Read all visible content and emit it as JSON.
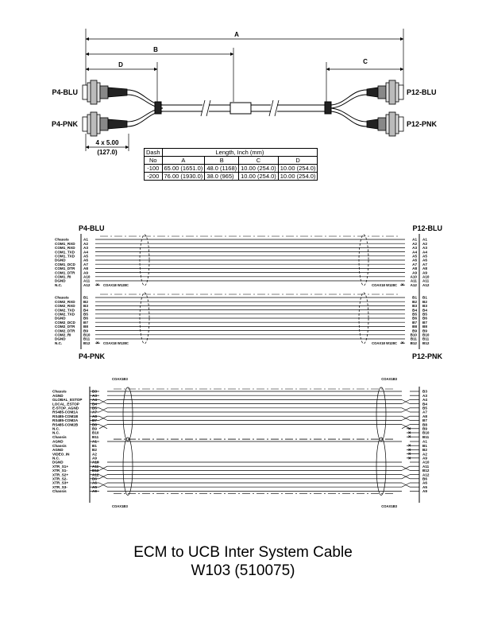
{
  "top_view": {
    "dim_a": "A",
    "dim_b": "B",
    "dim_c": "C",
    "dim_d": "D",
    "label_p4_blu": "P4-BLU",
    "label_p4_pnk": "P4-PNK",
    "label_p12_blu": "P12-BLU",
    "label_p12_pnk": "P12-PNK",
    "note_line1": "4 x 5.00",
    "note_line2": "(127.0)"
  },
  "length_table": {
    "dash_header_1": "Dash",
    "dash_header_2": "No",
    "length_header": "Length, Inch (mm)",
    "columns": [
      "A",
      "B",
      "C",
      "D"
    ],
    "rows": [
      {
        "dash": "-100",
        "a": "65.00 (1651.0)",
        "b": "48.0 (1168)",
        "c": "10.00 (254.0)",
        "d": "10.00 (254.0)"
      },
      {
        "dash": "-200",
        "a": "76.00 (1930.0)",
        "b": "38.0 (965)",
        "c": "10.00 (254.0)",
        "d": "10.00 (254.0)"
      }
    ]
  },
  "blu_schematic": {
    "left_connector": "P4-BLU",
    "right_connector": "P12-BLU",
    "cable_label": "COAX18 W128C",
    "group1_pins": [
      "A1",
      "A2",
      "A3",
      "A4",
      "A5",
      "A6",
      "A7",
      "A8",
      "A9",
      "A10",
      "A11",
      "A12"
    ],
    "group2_pins": [
      "B1",
      "B2",
      "B3",
      "B4",
      "B5",
      "B6",
      "B7",
      "B8",
      "B9",
      "B10",
      "B11",
      "B12"
    ],
    "group1_signals": [
      "Chassis",
      "COM1_RXD",
      "COM1_RXD",
      "COM1_TXD",
      "COM1_TXD",
      "DGND",
      "COM1_DCD",
      "COM1_DTR",
      "COM1_DTR",
      "COM1_RI",
      "DGND",
      "N.C."
    ],
    "group2_signals": [
      "Chassis",
      "COM2_RXD",
      "COM2_RXD",
      "COM2_TXD",
      "COM2_TXD",
      "DGND",
      "COM2_DCD",
      "COM2_DTR",
      "COM2_DTR",
      "COM2_RI",
      "DGND",
      "N.C."
    ]
  },
  "pnk_schematic": {
    "left_connector": "P4-PNK",
    "right_connector": "P12-PNK",
    "cable_label": "COAX1B3",
    "group1_pins": [
      "B3",
      "A3",
      "A4",
      "B4",
      "B5",
      "A7",
      "A8",
      "B7",
      "B8",
      "B9",
      "B10",
      "B11"
    ],
    "group2_pins": [
      "A1",
      "B1",
      "B2",
      "A2",
      "A9",
      "A10",
      "A11",
      "B12",
      "A12",
      "B6",
      "A6",
      "A5",
      "A9"
    ],
    "group1_signals": [
      "Chassis",
      "AGND",
      "GLOBAL_ESTOP",
      "LOCAL_ESTOP",
      "E-STOP_AGND",
      "RS485-COM1A",
      "RS485-COM1B",
      "RS485-COM2A",
      "RS485-COM2B",
      "N.C.",
      "N.C.",
      "Chassis"
    ],
    "group2_signals": [
      "AGND",
      "Chassis",
      "AGND",
      "VIDEO_IN",
      "N.C.",
      "DGND",
      "XTR_S1+",
      "XTR_S1-",
      "XTR_S2+",
      "XTR_S2-",
      "XTR_S3+",
      "XTR_S3-",
      "Chassis"
    ]
  },
  "caption": {
    "line1": "ECM to UCB Inter System Cable",
    "line2": "W103 (510075)"
  }
}
